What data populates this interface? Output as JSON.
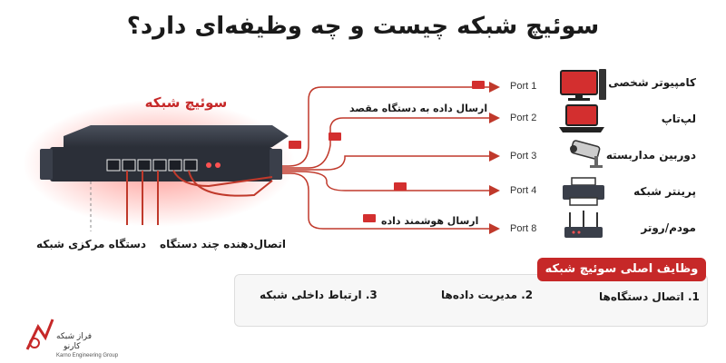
{
  "title": "سوئیچ شبکه چیست و چه وظیفه‌ای دارد؟",
  "switch_label": "سوئیچ شبکه",
  "callouts": {
    "central_device": "دستگاه مرکزی شبکه",
    "multi_connect": "اتصال‌دهنده چند دستگاه"
  },
  "line_labels": {
    "to_target": "ارسال داده به دستگاه مقصد",
    "smart_send": "ارسال هوشمند داده"
  },
  "ports": [
    "Port 1",
    "Port 2",
    "Port 3",
    "Port 4",
    "Port 8"
  ],
  "devices": [
    {
      "label": "کامپیوتر شخصی",
      "icon": "desktop-computer-icon"
    },
    {
      "label": "لپ‌تاپ",
      "icon": "laptop-icon"
    },
    {
      "label": "دوربین مداربسته",
      "icon": "cctv-camera-icon"
    },
    {
      "label": "پرینتر شبکه",
      "icon": "printer-icon"
    },
    {
      "label": "مودم/روتر",
      "icon": "router-icon"
    }
  ],
  "functions": {
    "header": "وظایف اصلی سوئیچ شبکه",
    "items": [
      "1. اتصال دستگاه‌ها",
      "2. مدیریت داده‌ها",
      "3. ارتباط داخلی شبکه"
    ]
  },
  "logo": {
    "line1": "فراز شبکه",
    "line2": "کارنو",
    "sub": "Karno Engineering Group"
  },
  "colors": {
    "accent": "#c62828",
    "line": "#c0392b",
    "device": "#d32f2f",
    "switch": "#2b2f38"
  }
}
